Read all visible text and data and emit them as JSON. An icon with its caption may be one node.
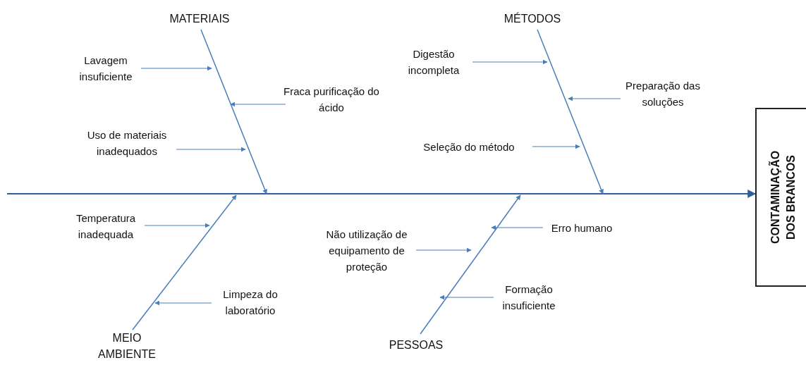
{
  "diagram": {
    "nodes": [
      {
        "text": [
          "MATERIAIS"
        ]
      },
      {
        "text": [
          "MÉTODOS"
        ]
      },
      {
        "text": [
          "MEIO AMBIENTE"
        ]
      },
      {
        "text": [
          "PESSOAS"
        ]
      },
      {
        "text": [
          "CONTAMINAÇÃO DOS BRANCOS"
        ]
      },
      {
        "text": [
          "Lavagem insuficiente"
        ]
      },
      {
        "text": [
          "Fraca purificação do ácido"
        ]
      },
      {
        "text": [
          "Uso de materiais inadequados"
        ]
      },
      {
        "text": [
          "Digestão incompleta"
        ]
      },
      {
        "text": [
          "Preparação das soluções"
        ]
      },
      {
        "text": [
          "Seleção do método"
        ]
      },
      {
        "text": [
          "Temperatura inadequada"
        ]
      },
      {
        "text": [
          "Limpeza do laboratório"
        ]
      },
      {
        "text": [
          "Não utilização de equipamento de proteção"
        ]
      },
      {
        "text": [
          "Erro humano"
        ]
      },
      {
        "text": [
          "Formação insuficiente"
        ]
      }
    ],
    "edges": [
      {
        "from": null,
        "to": 4,
        "arrow": "to"
      },
      {
        "from": 0,
        "to": null,
        "arrow": "to"
      },
      {
        "from": 1,
        "to": null,
        "arrow": "to"
      },
      {
        "from": 2,
        "to": null,
        "arrow": "to"
      },
      {
        "from": 3,
        "to": null,
        "arrow": "to"
      },
      {
        "from": 5,
        "to": null,
        "arrow": "to"
      },
      {
        "from": 6,
        "to": null,
        "arrow": "to"
      },
      {
        "from": 7,
        "to": null,
        "arrow": "to"
      },
      {
        "from": 8,
        "to": null,
        "arrow": "to"
      },
      {
        "from": 9,
        "to": null,
        "arrow": "to"
      },
      {
        "from": 10,
        "to": null,
        "arrow": "to"
      },
      {
        "from": 11,
        "to": null,
        "arrow": "to"
      },
      {
        "from": 12,
        "to": null,
        "arrow": "to"
      },
      {
        "from": 13,
        "to": null,
        "arrow": "to"
      },
      {
        "from": 14,
        "to": null,
        "arrow": "to"
      },
      {
        "from": 15,
        "to": null,
        "arrow": "to"
      }
    ]
  }
}
